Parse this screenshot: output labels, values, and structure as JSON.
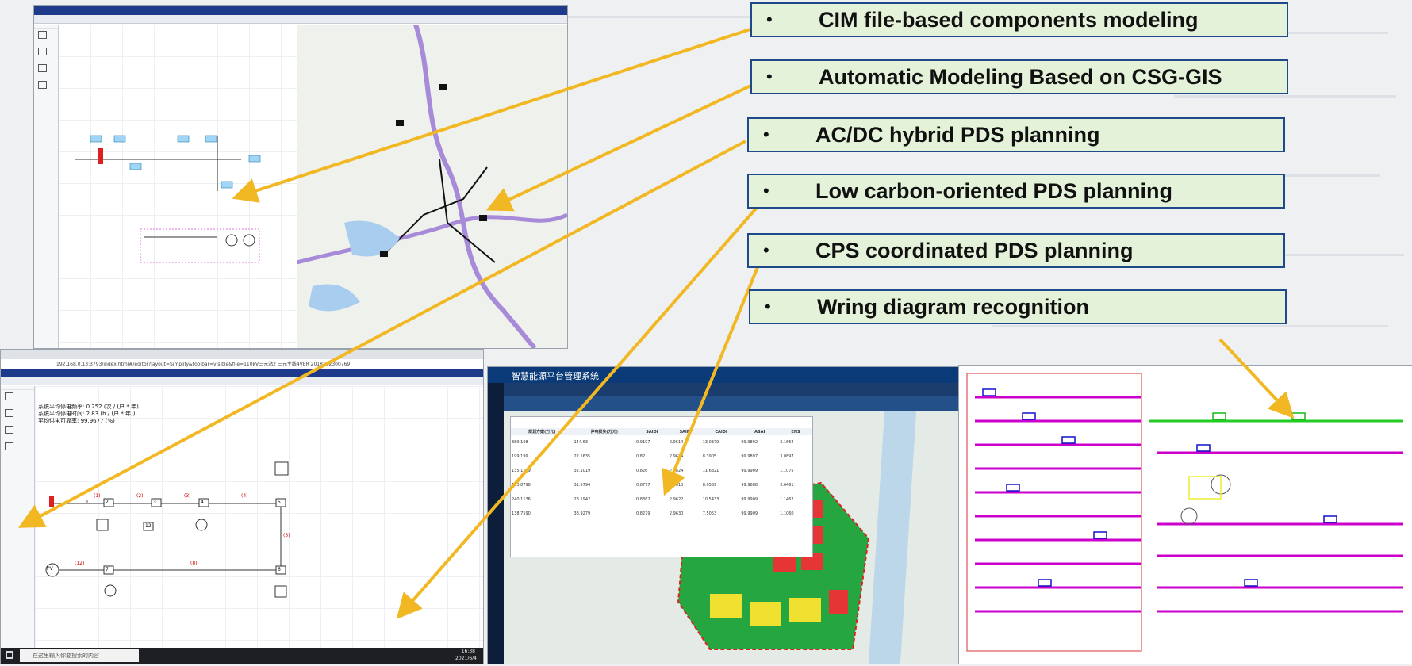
{
  "features": [
    {
      "text": "CIM file-based components modeling"
    },
    {
      "text": "Automatic Modeling Based on CSG-GIS"
    },
    {
      "text": "AC/DC hybrid PDS planning"
    },
    {
      "text": "Low carbon-oriented PDS planning"
    },
    {
      "text": "CPS coordinated PDS planning"
    },
    {
      "text": "Wring diagram recognition"
    }
  ],
  "bullet": "•",
  "colors": {
    "arrow": "#f2b824",
    "panel_bg": "#e4f2d9",
    "panel_border": "#1f4a8a",
    "title_blue": "#1e3a8a"
  },
  "screen2": {
    "address": "192.168.0.13:3793/index.html#/editor?layout=Simplify&toolbar=visible&file=110kV三元站2 三元主线4VER 2018112300769",
    "stats": [
      "系统平均停电频率: 0.252 (次 / (户 * 年)",
      "系统平均停电时间: 2.83 (h / (户 * 年))",
      "平均供电可靠率: 99.9677 (%)"
    ],
    "nodes": [
      "1",
      "2",
      "3",
      "4",
      "5",
      "6",
      "7",
      "12"
    ],
    "edges": [
      "(1)",
      "(2)",
      "(3)",
      "(4)",
      "(5)",
      "(8)",
      "(12)"
    ],
    "pv_label": "PV",
    "search_placeholder": "在这里输入你要搜索的内容",
    "clock": "16:38",
    "date": "2021/6/4"
  },
  "screen3": {
    "app_title": "智慧能源平台管理系统",
    "table_headers": [
      "规划方案(万元)",
      "停电损失(万元)",
      "SAIDI",
      "SAIFI",
      "CAIDI",
      "ASAI",
      "ENS"
    ],
    "table_rows": [
      [
        "389.198",
        "144.63",
        "0.9197",
        "2.9614",
        "13.0379",
        "99.9892",
        "3.1664"
      ],
      [
        "199.199",
        "22.1635",
        "0.82",
        "2.9624",
        "8.3905",
        "99.9897",
        "3.0897"
      ],
      [
        "135.1559",
        "32.1019",
        "0.826",
        "2.9624",
        "11.6321",
        "99.9909",
        "1.1075"
      ],
      [
        "103.8798",
        "31.5794",
        "0.8777",
        "2.9610",
        "8.0539",
        "99.9888",
        "3.6461"
      ],
      [
        "240.1136",
        "28.1942",
        "0.8382",
        "2.9622",
        "10.5433",
        "99.9909",
        "1.1462"
      ],
      [
        "138.7590",
        "38.9279",
        "0.8279",
        "2.9630",
        "7.5053",
        "99.9909",
        "1.1060"
      ]
    ]
  }
}
